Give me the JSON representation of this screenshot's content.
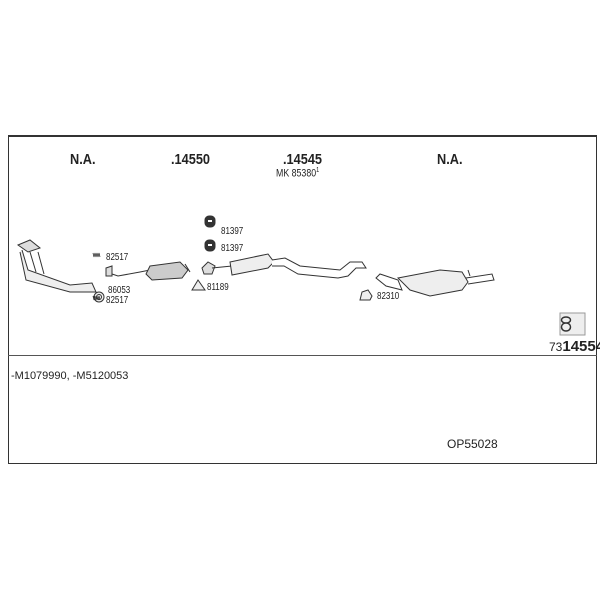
{
  "headers": [
    "N.A.",
    ".14550",
    ".14545",
    "N.A."
  ],
  "sub_label": "MK 85380",
  "sub_label_sup": "1",
  "parts": {
    "clip_82517_a": "82517",
    "ring_86053": "86053",
    "clip_82517_b": "82517",
    "hanger_81397_a": "81397",
    "hanger_81397_b": "81397",
    "gasket_81189": "81189",
    "clamp_82310": "82310"
  },
  "kit_prefix": "73",
  "kit_number": "14554",
  "notes": "-M1079990, -M5120053",
  "system_code": "OP55028"
}
